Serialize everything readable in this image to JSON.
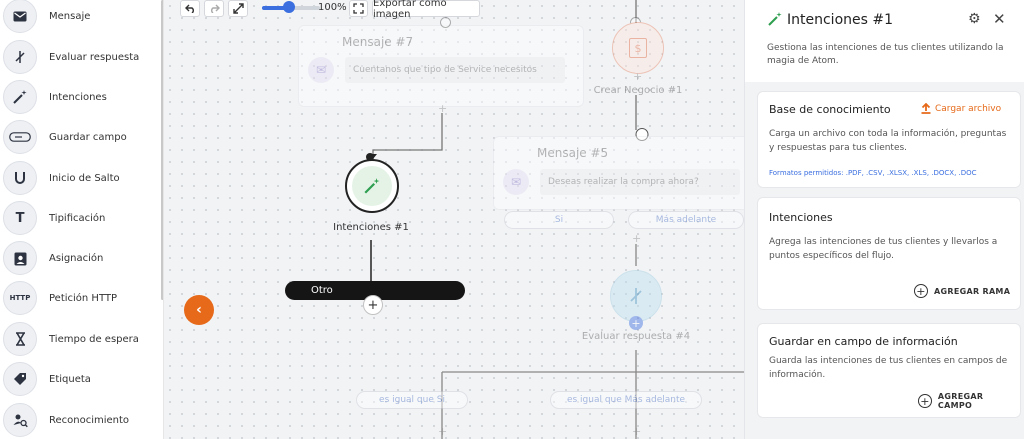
{
  "palette": {
    "items": [
      {
        "label": "Mensaje",
        "icon": "mail-icon"
      },
      {
        "label": "Evaluar respuesta",
        "icon": "branch-icon"
      },
      {
        "label": "Intenciones",
        "icon": "magic-wand-icon"
      },
      {
        "label": "Guardar campo",
        "icon": "input-field-icon"
      },
      {
        "label": "Inicio de Salto",
        "icon": "magnet-icon"
      },
      {
        "label": "Tipificación",
        "icon": "text-t-icon"
      },
      {
        "label": "Asignación",
        "icon": "assign-badge-icon"
      },
      {
        "label": "Petición HTTP",
        "icon": "http-icon"
      },
      {
        "label": "Tiempo de espera",
        "icon": "hourglass-icon"
      },
      {
        "label": "Etiqueta",
        "icon": "tag-icon"
      },
      {
        "label": "Reconocimiento",
        "icon": "person-search-icon"
      }
    ]
  },
  "toolbar": {
    "zoom_value": "100%",
    "zoom_level": 0.5,
    "export_label": "Exportar como imagen"
  },
  "canvas": {
    "mensaje7": {
      "title": "Mensaje #7",
      "text": "Cuentanos que tipo de Service necesitos"
    },
    "mensaje5": {
      "title": "Mensaje #5",
      "text": "Deseas realizar la compra ahora?"
    },
    "crear_negocio": {
      "label": "Crear Negocio #1"
    },
    "intenciones_node": {
      "label": "Intenciones #1"
    },
    "evaluar_node": {
      "label": "Evaluar respuesta #4"
    },
    "branches": {
      "si": "Si",
      "mas_adelante": "Más adelante"
    },
    "otro_label": "Otro",
    "conditions": {
      "left": "es igual que Si",
      "right": "es igual que Más adelante"
    }
  },
  "panel": {
    "title": "Intenciones #1",
    "subtitle": "Gestiona las intenciones de tus clientes utilizando la magia de Atom.",
    "base": {
      "title": "Base de conocimiento",
      "upload_label": "Cargar archivo",
      "body": "Carga un archivo con toda la información, preguntas y respuestas para tus clientes.",
      "formats": "Formatos permitidos: .PDF, .CSV, .XLSX, .XLS, .DOCX, .DOC"
    },
    "intenciones": {
      "title": "Intenciones",
      "body": "Agrega las intenciones de tus clientes y llevarlos a puntos específicos del flujo.",
      "action": "AGREGAR RAMA"
    },
    "guardar": {
      "title": "Guardar en campo de información",
      "body": "Guarda las intenciones de tus clientes en campos de información.",
      "action": "AGREGAR CAMPO"
    }
  },
  "colors": {
    "accent_orange": "#e66a1a",
    "accent_blue": "#3b6fe0",
    "intent_green": "#2e9e4f"
  }
}
